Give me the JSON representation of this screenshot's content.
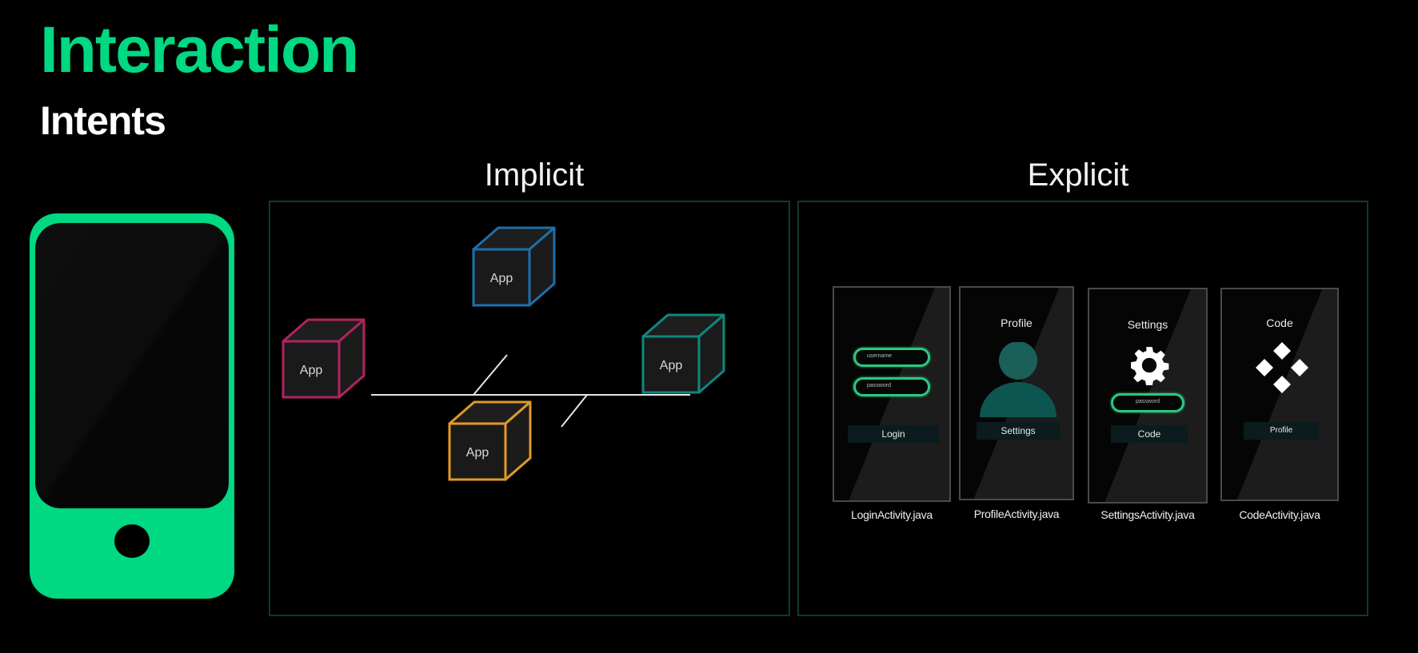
{
  "header": {
    "title": "Interaction",
    "subtitle": "Intents"
  },
  "colors": {
    "accent": "#00D882",
    "panel_border": "#0f3a2c",
    "field_border": "#2cc77f",
    "profile_avatar": "#0d5550"
  },
  "phone": {
    "icon": "smartphone-icon"
  },
  "implicit": {
    "label": "Implicit",
    "apps": [
      {
        "label": "App",
        "color": "#b0245f",
        "position": "left"
      },
      {
        "label": "App",
        "color": "#1f6fa8",
        "position": "top"
      },
      {
        "label": "App",
        "color": "#e09a28",
        "position": "bottom"
      },
      {
        "label": "App",
        "color": "#11877e",
        "position": "right"
      }
    ]
  },
  "explicit": {
    "label": "Explicit",
    "screens": [
      {
        "file": "LoginActivity.java",
        "title": "",
        "fields": [
          "username",
          "password"
        ],
        "button": "Login"
      },
      {
        "file": "ProfileActivity.java",
        "title": "Profile",
        "icon": "person-icon",
        "button": "Settings"
      },
      {
        "file": "SettingsActivity.java",
        "title": "Settings",
        "icon": "gear-icon",
        "fields": [
          "password"
        ],
        "button": "Code"
      },
      {
        "file": "CodeActivity.java",
        "title": "Code",
        "icon": "diamond-grid-icon",
        "button": "Profile"
      }
    ]
  }
}
